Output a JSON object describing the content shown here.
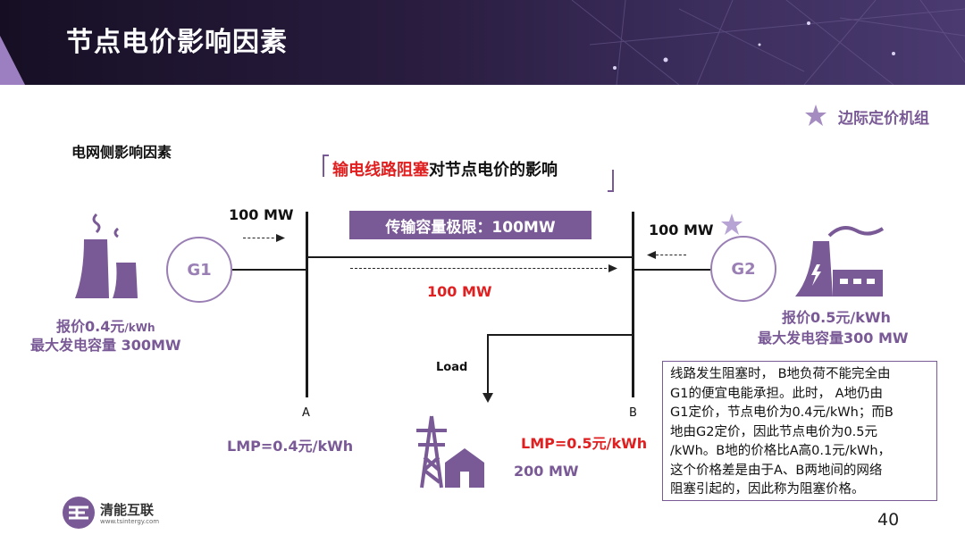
{
  "header": {
    "title": "节点电价影响因素"
  },
  "legend": {
    "label": "边际定价机组"
  },
  "section": {
    "label": "电网侧影响因素"
  },
  "diagram_title": {
    "highlight": "输电线路阻塞",
    "rest": "对节点电价的影响"
  },
  "capacity_box": {
    "label": "传输容量极限：100MW"
  },
  "g1": {
    "name": "G1",
    "flow": "100 MW",
    "bid_prefix": "报价0.4元",
    "bid_unit": "/kWh",
    "max_capacity": "最大发电容量 300MW"
  },
  "g2": {
    "name": "G2",
    "flow": "100 MW",
    "bid": "报价0.5元/kWh",
    "max_capacity": "最大发电容量300 MW"
  },
  "line_flow": "100 MW",
  "bus_a": {
    "label": "A",
    "lmp": "LMP=0.4元/kWh"
  },
  "bus_b": {
    "label": "B",
    "lmp": "LMP=0.5元/kWh"
  },
  "load": {
    "label": "Load",
    "demand": "200 MW"
  },
  "description": [
    "线路发生阻塞时，  B地负荷不能完全由",
    "G1的便宜电能承担。此时，  A地仍由",
    "G1定价，节点电价为0.4元/kWh；而B",
    "地由G2定价，因此节点电价为0.5元",
    "/kWh。B地的价格比A高0.1元/kWh，",
    "这个价格差是由于A、B两地间的网络",
    "阻塞引起的，因此称为阻塞价格。"
  ],
  "footer": {
    "logo_text": "清能互联",
    "logo_url": "www.tsintergy.com",
    "page_number": "40"
  },
  "colors": {
    "accent": "#7a5a96",
    "highlight_red": "#e02020",
    "banner_dark": "#1e1530"
  }
}
